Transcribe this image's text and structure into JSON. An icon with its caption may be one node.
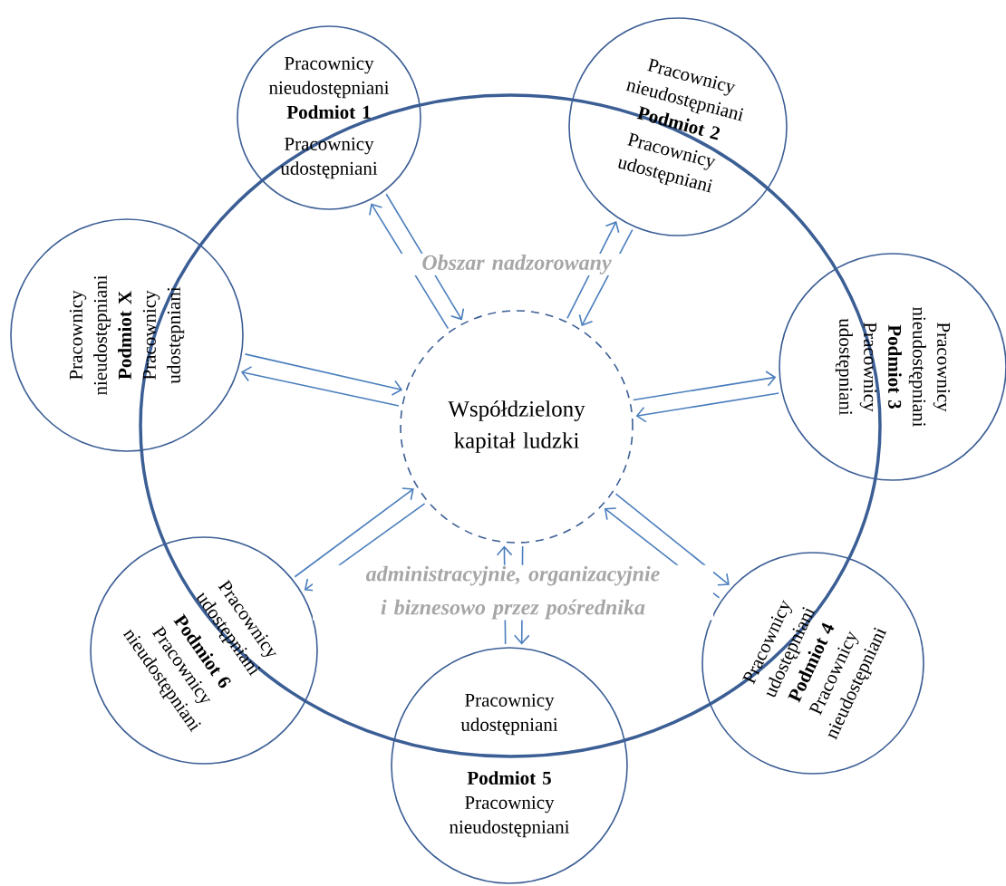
{
  "diagram": {
    "nodes": [
      {
        "text": [
          "Obszar nadzorowany",
          "administracyjnie, organizacyjnie i biznesowo przez pośrednika"
        ]
      },
      {
        "text": [
          "Współdzielony kapitał ludzki"
        ],
        "in": 0
      },
      {
        "text": [
          "Pracownicy nieudostępniani",
          "Podmiot 1",
          "Pracownicy udostępniani"
        ]
      },
      {
        "text": [
          "Pracownicy nieudostępniani",
          "Podmiot 2",
          "Pracownicy udostępniani"
        ]
      },
      {
        "text": [
          "Pracownicy nieudostępniani",
          "Podmiot 3",
          "Pracownicy udostępniani"
        ]
      },
      {
        "text": [
          "Pracownicy udostępniani",
          "Podmiot 4",
          "Pracownicy nieudostępniani"
        ]
      },
      {
        "text": [
          "Pracownicy udostępniani",
          "Podmiot 5",
          "Pracownicy nieudostępniani"
        ]
      },
      {
        "text": [
          "Pracownicy udostępniani",
          "Podmiot 6",
          "Pracownicy nieudostępniani"
        ]
      },
      {
        "text": [
          "Pracownicy nieudostępniani",
          "Podmiot X",
          "Pracownicy udostępniani"
        ]
      }
    ],
    "edges": [
      {
        "from": 2,
        "to": 1,
        "arrow": "to"
      },
      {
        "from": 1,
        "to": 2,
        "arrow": "to"
      },
      {
        "from": 3,
        "to": 1,
        "arrow": "to"
      },
      {
        "from": 1,
        "to": 3,
        "arrow": "to"
      },
      {
        "from": 4,
        "to": 1,
        "arrow": "to"
      },
      {
        "from": 1,
        "to": 4,
        "arrow": "to"
      },
      {
        "from": 5,
        "to": 1,
        "arrow": "to"
      },
      {
        "from": 1,
        "to": 5,
        "arrow": "to"
      },
      {
        "from": 6,
        "to": 1,
        "arrow": "to"
      },
      {
        "from": 1,
        "to": 6,
        "arrow": "to"
      },
      {
        "from": 7,
        "to": 1,
        "arrow": "to"
      },
      {
        "from": 1,
        "to": 7,
        "arrow": "to"
      },
      {
        "from": 8,
        "to": 1,
        "arrow": "to"
      },
      {
        "from": 1,
        "to": 8,
        "arrow": "to"
      }
    ]
  }
}
